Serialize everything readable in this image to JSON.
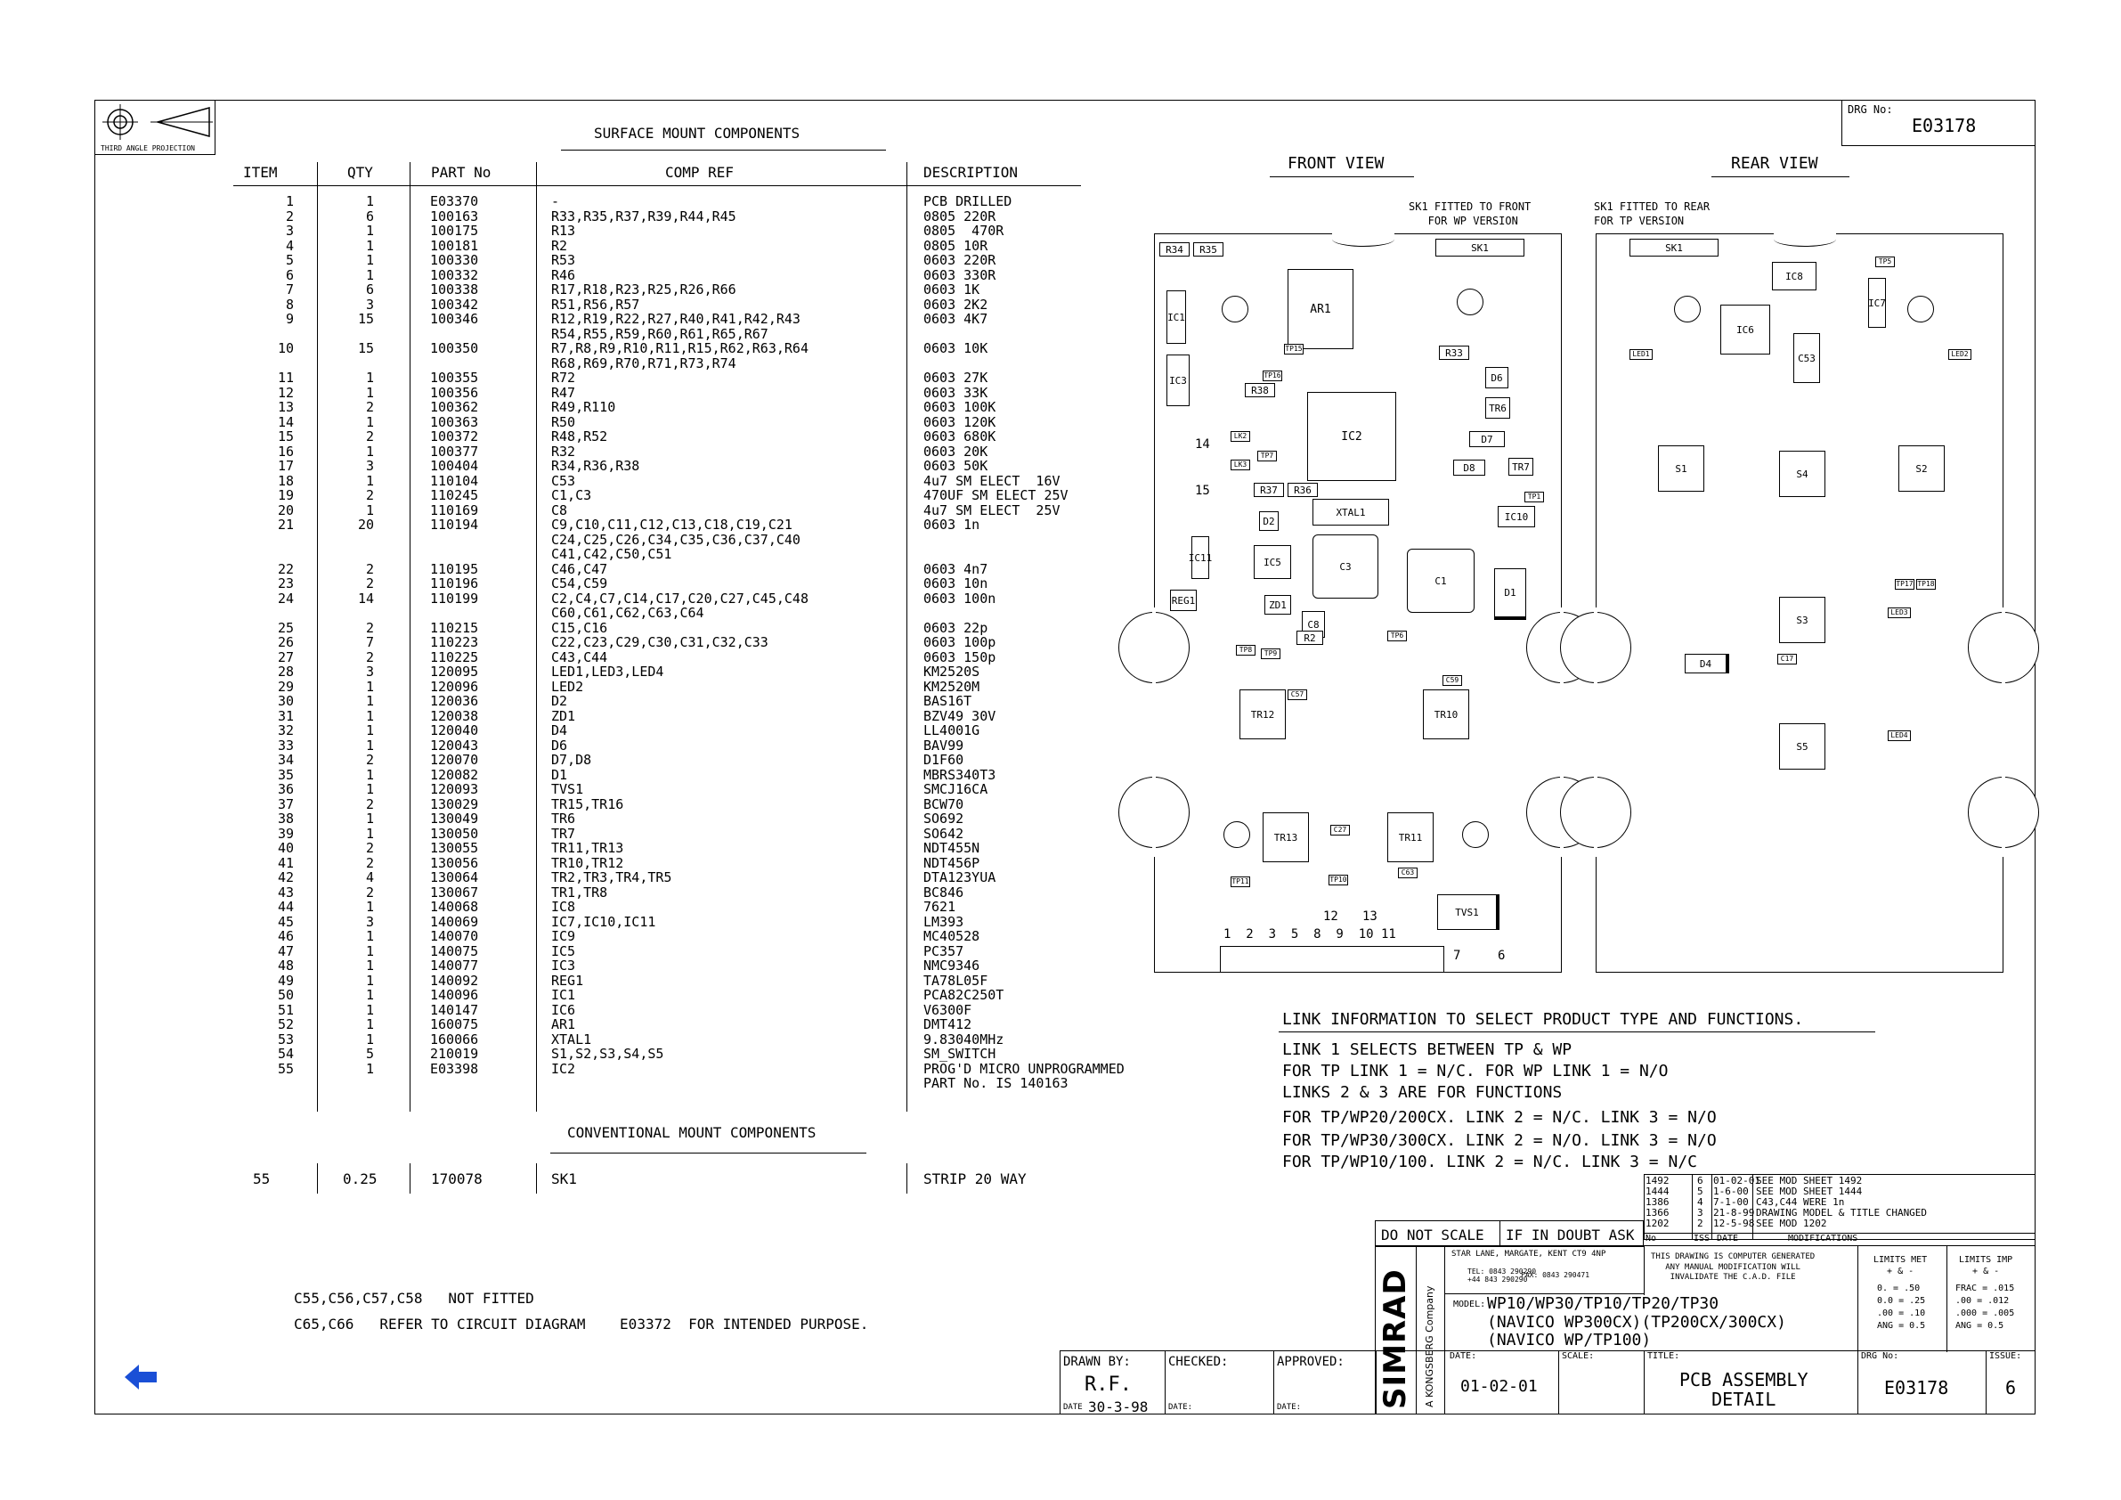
{
  "drawing": {
    "drg_label": "DRG No:",
    "drg_no": "E03178",
    "projection_label": "THIRD ANGLE PROJECTION"
  },
  "table": {
    "smd_title": "SURFACE MOUNT COMPONENTS",
    "conventional_title": "CONVENTIONAL MOUNT COMPONENTS",
    "headers": {
      "item": "ITEM",
      "qty": "QTY",
      "part": "PART No",
      "ref": "COMP REF",
      "desc": "DESCRIPTION"
    },
    "col_item": "1\n2\n3\n4\n5\n6\n7\n8\n9\n\n10\n\n11\n12\n13\n14\n15\n16\n17\n18\n19\n20\n21\n\n\n22\n23\n24\n\n25\n26\n27\n28\n29\n30\n31\n32\n33\n34\n35\n36\n37\n38\n39\n40\n41\n42\n43\n44\n45\n46\n47\n48\n49\n50\n51\n52\n53\n54\n55",
    "col_qty": "1\n6\n1\n1\n1\n1\n6\n3\n15\n\n15\n\n1\n1\n2\n1\n2\n1\n3\n1\n2\n1\n20\n\n\n2\n2\n14\n\n2\n7\n2\n3\n1\n1\n1\n1\n1\n2\n1\n1\n2\n1\n1\n2\n2\n4\n2\n1\n3\n1\n1\n1\n1\n1\n1\n1\n1\n5\n1",
    "col_part": "E03370\n100163\n100175\n100181\n100330\n100332\n100338\n100342\n100346\n\n100350\n\n100355\n100356\n100362\n100363\n100372\n100377\n100404\n110104\n110245\n110169\n110194\n\n\n110195\n110196\n110199\n\n110215\n110223\n110225\n120095\n120096\n120036\n120038\n120040\n120043\n120070\n120082\n120093\n130029\n130049\n130050\n130055\n130056\n130064\n130067\n140068\n140069\n140070\n140075\n140077\n140092\n140096\n140147\n160075\n160066\n210019\nE03398",
    "col_ref": "-\nR33,R35,R37,R39,R44,R45\nR13\nR2\nR53\nR46\nR17,R18,R23,R25,R26,R66\nR51,R56,R57\nR12,R19,R22,R27,R40,R41,R42,R43\nR54,R55,R59,R60,R61,R65,R67\nR7,R8,R9,R10,R11,R15,R62,R63,R64\nR68,R69,R70,R71,R73,R74\nR72\nR47\nR49,R110\nR50\nR48,R52\nR32\nR34,R36,R38\nC53\nC1,C3\nC8\nC9,C10,C11,C12,C13,C18,C19,C21\nC24,C25,C26,C34,C35,C36,C37,C40\nC41,C42,C50,C51\nC46,C47\nC54,C59\nC2,C4,C7,C14,C17,C20,C27,C45,C48\nC60,C61,C62,C63,C64\nC15,C16\nC22,C23,C29,C30,C31,C32,C33\nC43,C44\nLED1,LED3,LED4\nLED2\nD2\nZD1\nD4\nD6\nD7,D8\nD1\nTVS1\nTR15,TR16\nTR6\nTR7\nTR11,TR13\nTR10,TR12\nTR2,TR3,TR4,TR5\nTR1,TR8\nIC8\nIC7,IC10,IC11\nIC9\nIC5\nIC3\nREG1\nIC1\nIC6\nAR1\nXTAL1\nS1,S2,S3,S4,S5\nIC2",
    "col_desc": "PCB DRILLED\n0805 220R\n0805  470R\n0805 10R\n0603 220R\n0603 330R\n0603 1K\n0603 2K2\n0603 4K7\n\n0603 10K\n\n0603 27K\n0603 33K\n0603 100K\n0603 120K\n0603 680K\n0603 20K\n0603 50K\n4u7 SM ELECT  16V\n470UF SM ELECT 25V\n4u7 SM ELECT  25V\n0603 1n\n\n\n0603 4n7\n0603 10n\n0603 100n\n\n0603 22p\n0603 100p\n0603 150p\nKM2520S\nKM2520M\nBAS16T\nBZV49 30V\nLL4001G\nBAV99\nD1F60\nMBRS340T3\nSMCJ16CA\nBCW70\nSO692\nSO642\nNDT455N\nNDT456P\nDTA123YUA\nBC846\n7621\nLM393\nMC40528\nPC357\nNMC9346\nTA78L05F\nPCA82C250T\nV6300F\nDMT412\n9.83040MHz\nSM_SWITCH\nPROG'D MICRO UNPROGRAMMED\nPART No. IS 140163",
    "conv_row": {
      "item": "55",
      "qty": "0.25",
      "part": "170078",
      "ref": "SK1",
      "desc": "STRIP 20 WAY"
    }
  },
  "notes": {
    "not_fitted": "C55,C56,C57,C58   NOT FITTED",
    "refer": "C65,C66   REFER TO CIRCUIT DIAGRAM    E03372  FOR INTENDED PURPOSE."
  },
  "views": {
    "front_title": "FRONT VIEW",
    "rear_title": "REAR VIEW",
    "front_note": "SK1 FITTED TO FRONT\n   FOR WP VERSION",
    "rear_note": "SK1 FITTED TO REAR\nFOR TP VERSION",
    "pin_numbers": "1  2  3  5  8  9  10 11",
    "link_labels": {
      "a": "12",
      "b": "13",
      "c": "14",
      "d": "15",
      "e": "7",
      "f": "6"
    },
    "front_components": {
      "ar1": "AR1",
      "ic1": "IC1",
      "ic2": "IC2",
      "ic3": "IC3",
      "ic5": "IC5",
      "ic10": "IC10",
      "ic11": "IC11",
      "xtal1": "XTAL1",
      "c3": "C3",
      "c1": "C1",
      "d1": "D1",
      "d2": "D2",
      "d7": "D7",
      "d8": "D8",
      "tr6": "TR6",
      "tr7": "TR7",
      "tr10": "TR10",
      "tr11": "TR11",
      "tr12": "TR12",
      "tr13": "TR13",
      "tvs1": "TVS1",
      "sk1": "SK1",
      "reg1": "REG1",
      "zd1": "ZD1",
      "c8": "C8",
      "r2": "R2",
      "r37": "R37",
      "r36": "R36",
      "r38": "R38",
      "r33": "R33",
      "r34": "R34",
      "r35": "R35",
      "tp1": "TP1",
      "tp6": "TP6",
      "tp7": "TP7",
      "tp8": "TP8",
      "tp9": "TP9",
      "tp10": "TP10",
      "tp11": "TP11",
      "tp15": "TP15",
      "tp16": "TP16",
      "c57": "C57",
      "c59": "C59",
      "c27": "C27",
      "c63": "C63",
      "lk2": "LK2",
      "lk3": "LK3",
      "d6": "D6"
    },
    "rear_components": {
      "sk1": "SK1",
      "ic6": "IC6",
      "ic7": "IC7",
      "ic8": "IC8",
      "c53": "C53",
      "s1": "S1",
      "s2": "S2",
      "s3": "S3",
      "s4": "S4",
      "s5": "S5",
      "d4": "D4",
      "led1": "LED1",
      "led2": "LED2",
      "led3": "LED3",
      "led4": "LED4",
      "tp17": "TP17",
      "tp18": "TP18",
      "tp5": "TP5",
      "c17": "C17"
    }
  },
  "links": {
    "title": "LINK INFORMATION TO SELECT PRODUCT TYPE AND FUNCTIONS.",
    "lines": [
      "LINK 1 SELECTS BETWEEN TP & WP",
      "FOR TP LINK 1 = N/C. FOR WP LINK 1 = N/O",
      "LINKS 2 & 3 ARE FOR FUNCTIONS",
      "FOR TP/WP20/200CX. LINK 2 = N/C. LINK 3 = N/O",
      "FOR TP/WP30/300CX. LINK 2 = N/O. LINK 3 = N/O",
      "FOR TP/WP10/100. LINK 2 = N/C. LINK 3 = N/C"
    ]
  },
  "revisions": {
    "rows": [
      {
        "no": "1492",
        "iss": "6",
        "date": "01-02-01",
        "mod": "SEE MOD SHEET 1492"
      },
      {
        "no": "1444",
        "iss": "5",
        "date": "1-6-00",
        "mod": "SEE MOD SHEET 1444"
      },
      {
        "no": "1386",
        "iss": "4",
        "date": "7-1-00",
        "mod": "C43,C44 WERE 1n"
      },
      {
        "no": "1366",
        "iss": "3",
        "date": "21-8-99",
        "mod": "DRAWING MODEL & TITLE CHANGED"
      },
      {
        "no": "1202",
        "iss": "2",
        "date": "12-5-98",
        "mod": "SEE MOD 1202"
      }
    ],
    "headers": {
      "no": "No",
      "iss": "ISS",
      "date": "DATE",
      "mod": "MODIFICATIONS"
    }
  },
  "titleblock": {
    "do_not_scale": "DO NOT SCALE",
    "if_in_doubt": "IF IN DOUBT ASK",
    "brand": "SIMRAD",
    "brand_sub": "A KONGSBERG Company",
    "address": "STAR LANE, MARGATE, KENT CT9 4NP",
    "tel": "TEL: 0843 290290\n+44 843 290290",
    "fax": "FAX: 0843 290471",
    "computer_note": "THIS DRAWING IS COMPUTER GENERATED\nANY MANUAL MODIFICATION WILL\nINVALIDATE THE C.A.D. FILE",
    "limits_met_title": "LIMITS MET\n+ & -",
    "limits_met": "0. = .50\n0.0 = .25\n.00 = .10\nANG = 0.5",
    "limits_imp_title": "LIMITS IMP\n+ & -",
    "limits_imp": "FRAC = .015\n.00 = .012\n.000 = .005\nANG = 0.5",
    "model_label": "MODEL:",
    "model_lines": "WP10/WP30/TP10/TP20/TP30\n(NAVICO WP300CX)(TP200CX/300CX)\n(NAVICO WP/TP100)",
    "drawn_by_label": "DRAWN BY:",
    "drawn_by": "R.F.",
    "date_label": "DATE",
    "drawn_date": "30-3-98",
    "checked_label": "CHECKED:",
    "approved_label": "APPROVED:",
    "date_label2": "DATE:",
    "issue_date": "01-02-01",
    "scale_label": "SCALE:",
    "title_label": "TITLE:",
    "title": "PCB ASSEMBLY\nDETAIL",
    "drg_label": "DRG No:",
    "drg_no": "E03178",
    "issue_label": "ISSUE:",
    "issue": "6"
  },
  "colors": {
    "arrow": "#1a4fd6",
    "line": "#000000"
  }
}
